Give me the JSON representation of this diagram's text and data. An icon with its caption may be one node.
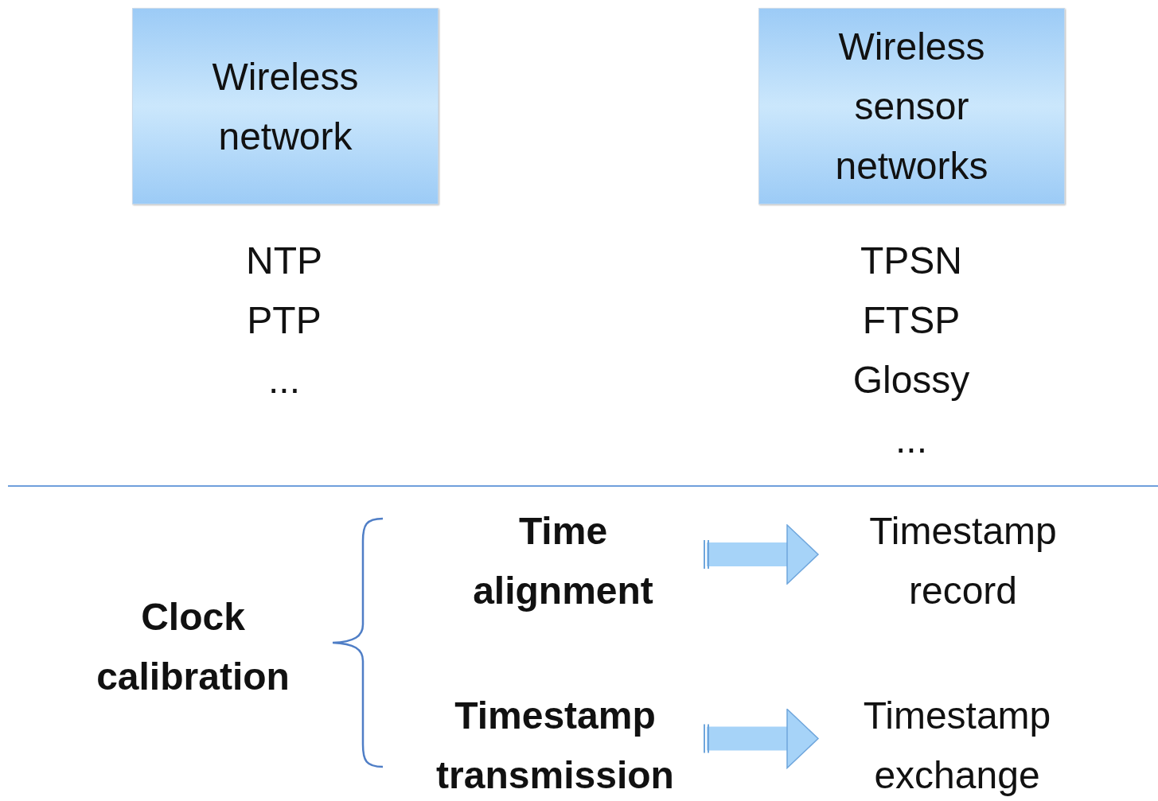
{
  "diagram": {
    "nodes": [
      {
        "text": [
          "Wireless network"
        ]
      },
      {
        "text": [
          "Wireless sensor networks"
        ]
      },
      {
        "text": [
          "Clock calibration"
        ]
      },
      {
        "text": [
          "Time alignment"
        ]
      },
      {
        "text": [
          "Timestamp record"
        ]
      },
      {
        "text": [
          "Timestamp transmission"
        ]
      },
      {
        "text": [
          "Timestamp exchange"
        ]
      }
    ],
    "edges": [
      {
        "from": 3,
        "to": 4,
        "arrow": "to"
      },
      {
        "from": 5,
        "to": 6,
        "arrow": "to"
      }
    ],
    "labels": [
      "NTP",
      "PTP",
      "...",
      "TPSN",
      "FTSP",
      "Glossy",
      "..."
    ]
  }
}
